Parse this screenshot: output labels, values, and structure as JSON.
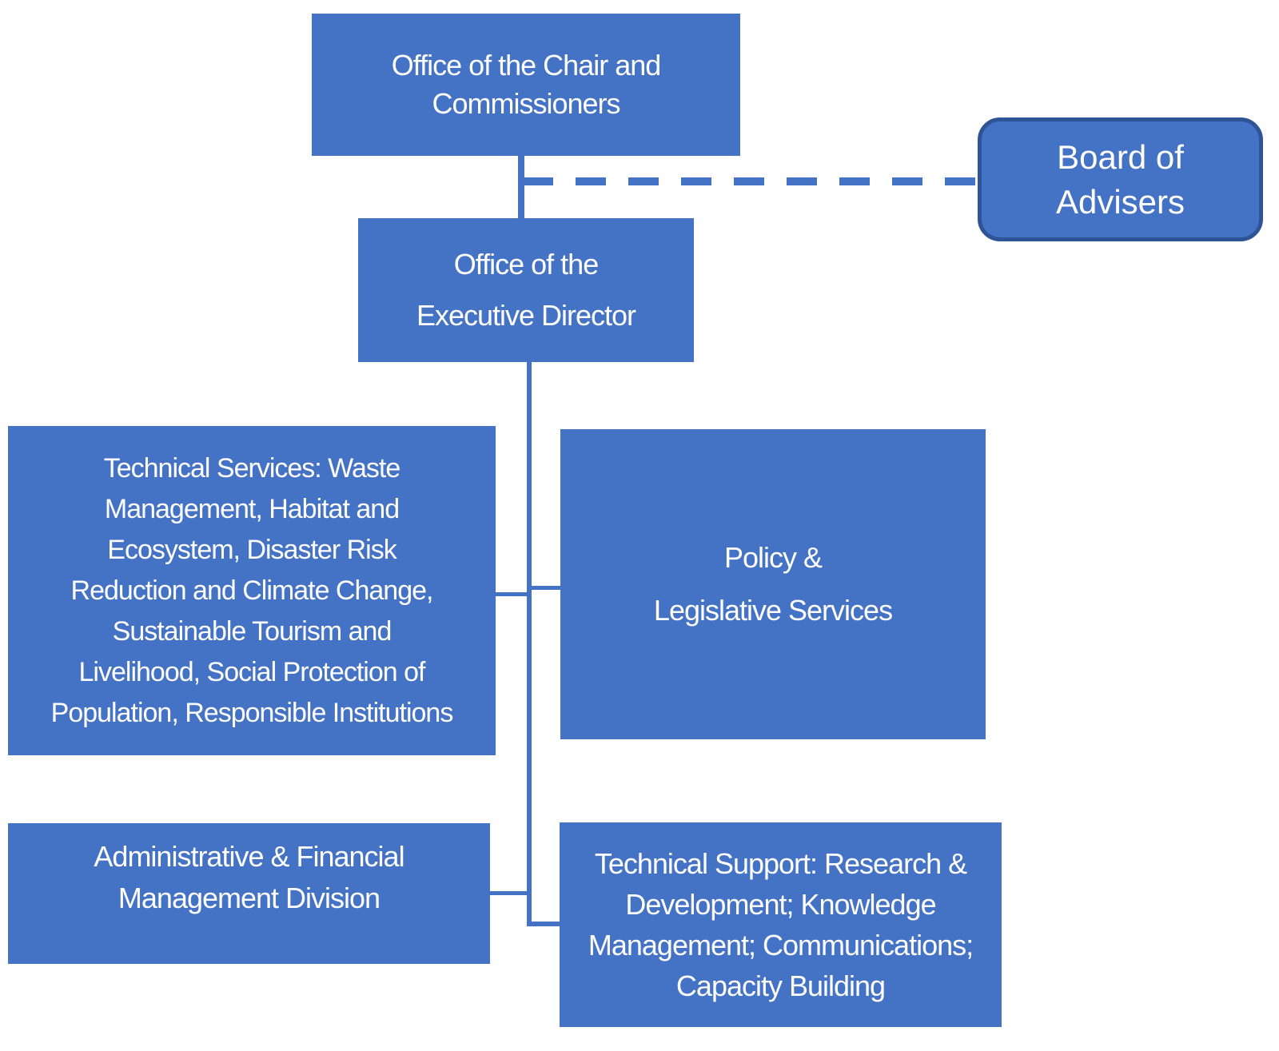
{
  "colors": {
    "box_fill": "#4472C4",
    "box_text": "#FFFFFF",
    "board_border": "#2F5496",
    "connector": "#4472C4"
  },
  "nodes": {
    "chair": {
      "label": "Office of the Chair and Commissioners",
      "lines": [
        "Office of the Chair and",
        "Commissioners"
      ]
    },
    "board": {
      "label": "Board of Advisers",
      "lines": [
        "Board of",
        "Advisers"
      ]
    },
    "executive": {
      "label": "Office of the Executive Director",
      "lines": [
        "Office of the",
        "Executive Director"
      ]
    },
    "technical_services": {
      "label": "Technical Services: Waste Management, Habitat and Ecosystem, Disaster Risk Reduction and Climate Change, Sustainable Tourism and Livelihood, Social Protection of Population, Responsible Institutions",
      "lines": [
        "Technical Services: Waste",
        "Management, Habitat and",
        "Ecosystem, Disaster Risk",
        "Reduction and Climate Change,",
        "Sustainable Tourism and",
        "Livelihood, Social Protection of",
        "Population, Responsible Institutions"
      ]
    },
    "policy": {
      "label": "Policy & Legislative Services",
      "lines": [
        "Policy &",
        "Legislative Services"
      ]
    },
    "admin": {
      "label": "Administrative & Financial Management Division",
      "lines": [
        "Administrative & Financial",
        "Management Division"
      ]
    },
    "technical_support": {
      "label": "Technical Support: Research & Development; Knowledge Management; Communications; Capacity Building",
      "lines": [
        "Technical Support: Research &",
        "Development; Knowledge",
        "Management; Communications;",
        "Capacity Building"
      ]
    }
  },
  "edges": [
    {
      "from": "chair",
      "to": "executive",
      "style": "solid"
    },
    {
      "from": "chair",
      "to": "board",
      "style": "dashed"
    },
    {
      "from": "executive",
      "to": "technical_services",
      "style": "solid"
    },
    {
      "from": "executive",
      "to": "policy",
      "style": "solid"
    },
    {
      "from": "executive",
      "to": "admin",
      "style": "solid"
    },
    {
      "from": "executive",
      "to": "technical_support",
      "style": "solid"
    }
  ]
}
